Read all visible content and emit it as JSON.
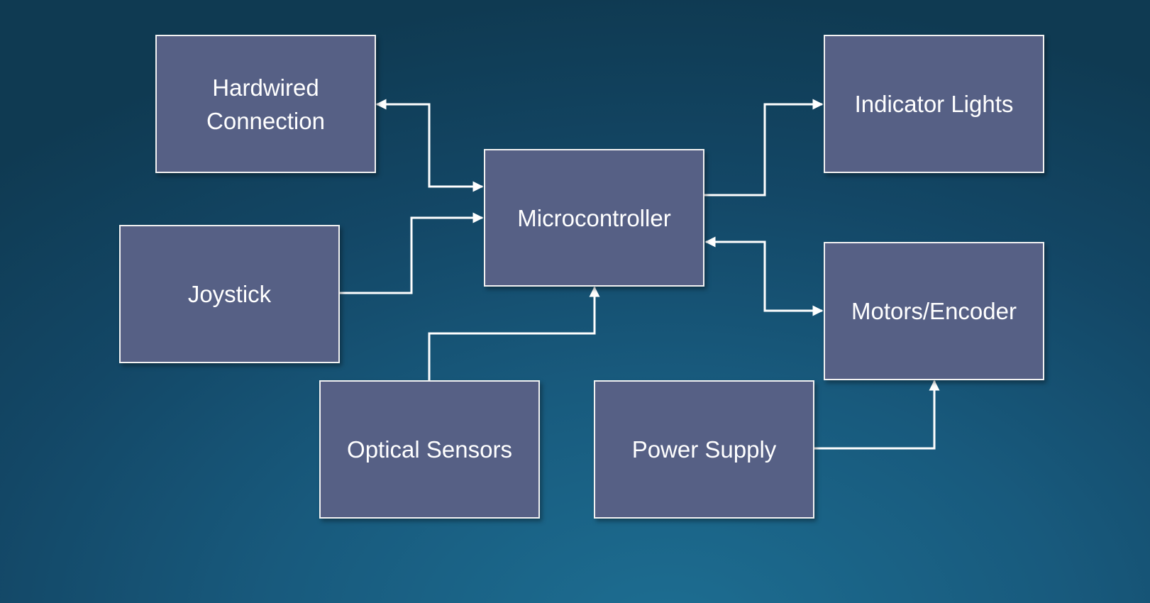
{
  "nodes": {
    "hardwired": "Hardwired\nConnection",
    "indicator": "Indicator Lights",
    "micro": "Microcontroller",
    "joystick": "Joystick",
    "motors": "Motors/Encoder",
    "optical": "Optical Sensors",
    "power": "Power Supply"
  },
  "connections": [
    {
      "from": "Hardwired Connection",
      "to": "Microcontroller",
      "bidirectional": true
    },
    {
      "from": "Joystick",
      "to": "Microcontroller",
      "bidirectional": false
    },
    {
      "from": "Optical Sensors",
      "to": "Microcontroller",
      "bidirectional": false
    },
    {
      "from": "Microcontroller",
      "to": "Indicator Lights",
      "bidirectional": false
    },
    {
      "from": "Microcontroller",
      "to": "Motors/Encoder",
      "bidirectional": true
    },
    {
      "from": "Power Supply",
      "to": "Motors/Encoder",
      "bidirectional": false
    }
  ]
}
